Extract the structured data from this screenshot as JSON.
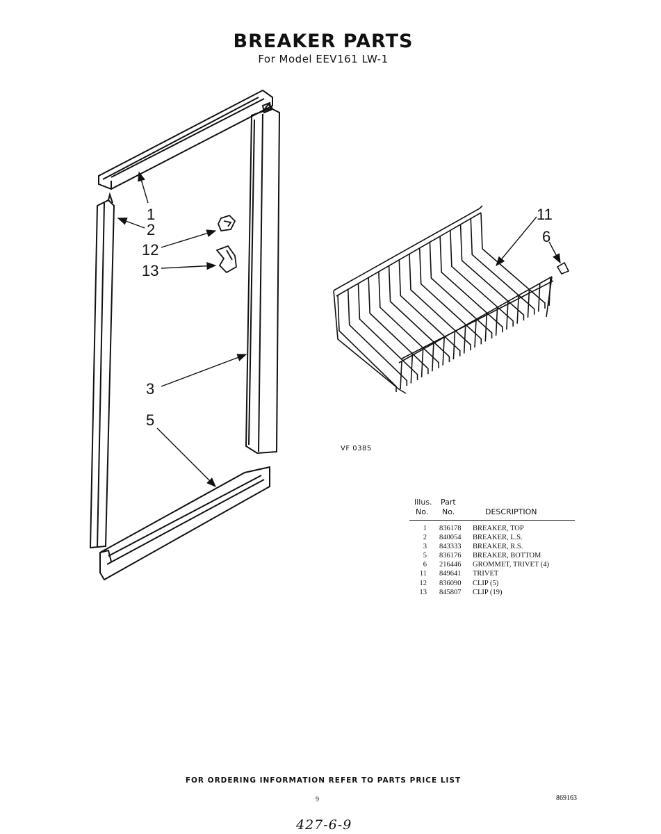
{
  "header": {
    "title": "BREAKER PARTS",
    "subtitle": "For Model EEV161 LW-1"
  },
  "diagram": {
    "callouts": [
      "1",
      "2",
      "12",
      "13",
      "3",
      "5",
      "11",
      "6"
    ],
    "figure_code": "VF 0385"
  },
  "parts_table": {
    "header_line1": [
      "Illus.",
      "Part"
    ],
    "header_line2": [
      "No.",
      "No.",
      "DESCRIPTION"
    ],
    "rows": [
      {
        "illus": "1",
        "part": "836178",
        "description": "BREAKER, TOP"
      },
      {
        "illus": "2",
        "part": "840054",
        "description": "BREAKER, L.S."
      },
      {
        "illus": "3",
        "part": "843333",
        "description": "BREAKER, R.S."
      },
      {
        "illus": "5",
        "part": "836176",
        "description": "BREAKER, BOTTOM"
      },
      {
        "illus": "6",
        "part": "216446",
        "description": "GROMMET, TRIVET (4)"
      },
      {
        "illus": "11",
        "part": "849641",
        "description": "TRIVET"
      },
      {
        "illus": "12",
        "part": "836090",
        "description": "CLIP (5)"
      },
      {
        "illus": "13",
        "part": "845807",
        "description": "CLIP (19)"
      }
    ]
  },
  "footer": {
    "notice": "FOR ORDERING INFORMATION REFER TO PARTS PRICE LIST",
    "page_number": "9",
    "doc_number": "869163",
    "handwritten": "427-6-9"
  }
}
